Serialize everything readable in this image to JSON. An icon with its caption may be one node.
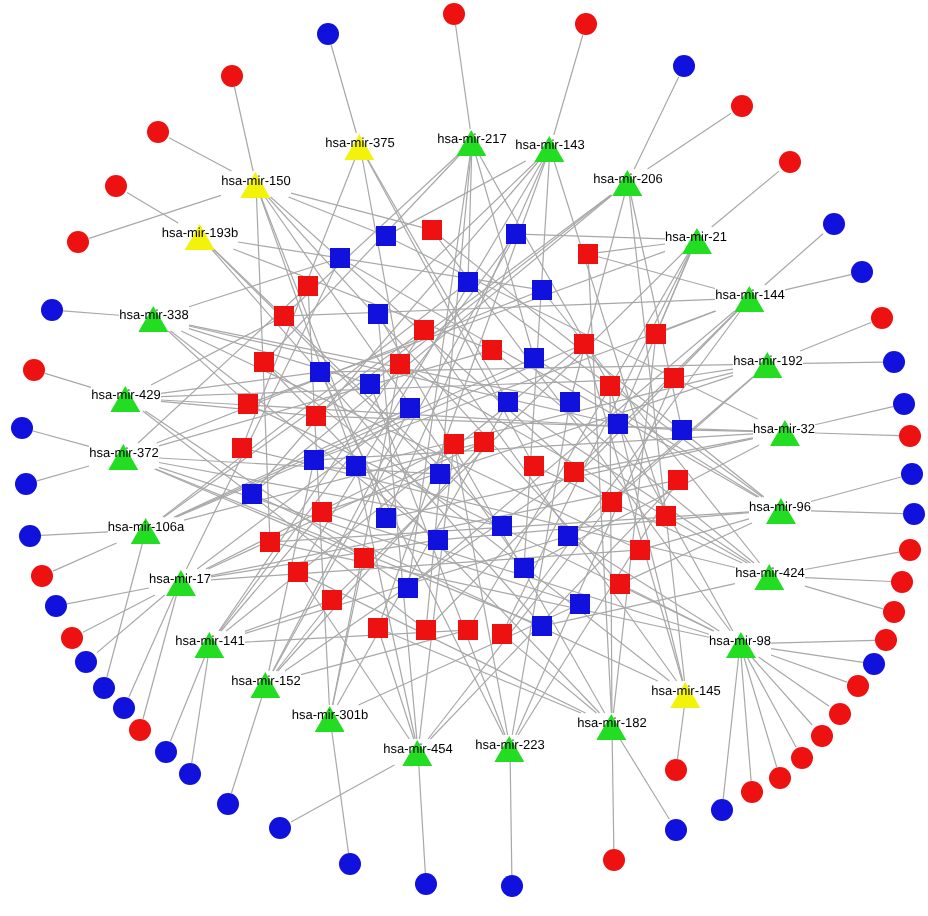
{
  "diagram": {
    "nodes": [
      {
        "text": [
          "hsa-mir-150"
        ]
      },
      {
        "text": [
          "hsa-mir-375"
        ]
      },
      {
        "text": [
          "hsa-mir-217"
        ]
      },
      {
        "text": [
          "hsa-mir-143"
        ]
      },
      {
        "text": [
          "hsa-mir-206"
        ]
      },
      {
        "text": [
          "hsa-mir-21"
        ]
      },
      {
        "text": [
          "hsa-mir-193b"
        ]
      },
      {
        "text": [
          "hsa-mir-338"
        ]
      },
      {
        "text": [
          "hsa-mir-144"
        ]
      },
      {
        "text": [
          "hsa-mir-192"
        ]
      },
      {
        "text": [
          "hsa-mir-429"
        ]
      },
      {
        "text": [
          "hsa-mir-372"
        ]
      },
      {
        "text": [
          "hsa-mir-32"
        ]
      },
      {
        "text": [
          "hsa-mir-106a"
        ]
      },
      {
        "text": [
          "hsa-mir-96"
        ]
      },
      {
        "text": [
          "hsa-mir-17"
        ]
      },
      {
        "text": [
          "hsa-mir-424"
        ]
      },
      {
        "text": [
          "hsa-mir-141"
        ]
      },
      {
        "text": [
          "hsa-mir-98"
        ]
      },
      {
        "text": [
          "hsa-mir-152"
        ]
      },
      {
        "text": [
          "hsa-mir-145"
        ]
      },
      {
        "text": [
          "hsa-mir-301b"
        ]
      },
      {
        "text": [
          "hsa-mir-454"
        ]
      },
      {
        "text": [
          "hsa-mir-223"
        ]
      },
      {
        "text": [
          "hsa-mir-182"
        ]
      },
      {
        "text": [],
        "shape": "box"
      },
      {
        "text": [],
        "shape": "box"
      },
      {
        "text": [],
        "shape": "box"
      },
      {
        "text": [],
        "shape": "box"
      },
      {
        "text": [],
        "shape": "box"
      },
      {
        "text": [],
        "shape": "box"
      },
      {
        "text": [],
        "shape": "box"
      },
      {
        "text": [],
        "shape": "box"
      },
      {
        "text": [],
        "shape": "box"
      },
      {
        "text": [],
        "shape": "box"
      },
      {
        "text": [],
        "shape": "box"
      },
      {
        "text": [],
        "shape": "box"
      },
      {
        "text": [],
        "shape": "box"
      },
      {
        "text": [],
        "shape": "box"
      },
      {
        "text": [],
        "shape": "box"
      },
      {
        "text": [],
        "shape": "box"
      },
      {
        "text": [],
        "shape": "box"
      },
      {
        "text": [],
        "shape": "box"
      },
      {
        "text": [],
        "shape": "box"
      },
      {
        "text": [],
        "shape": "box"
      },
      {
        "text": [],
        "shape": "box"
      },
      {
        "text": [],
        "shape": "box"
      },
      {
        "text": [],
        "shape": "box"
      },
      {
        "text": [],
        "shape": "box"
      },
      {
        "text": [],
        "shape": "box"
      },
      {
        "text": [],
        "shape": "box"
      },
      {
        "text": [],
        "shape": "box"
      },
      {
        "text": [],
        "shape": "box"
      },
      {
        "text": [],
        "shape": "box"
      },
      {
        "text": [],
        "shape": "box"
      },
      {
        "text": [],
        "shape": "box"
      },
      {
        "text": [],
        "shape": "box"
      },
      {
        "text": [],
        "shape": "box"
      },
      {
        "text": [],
        "shape": "box"
      },
      {
        "text": [],
        "shape": "box"
      },
      {
        "text": [],
        "shape": "box"
      },
      {
        "text": [],
        "shape": "box"
      },
      {
        "text": [],
        "shape": "box"
      },
      {
        "text": [],
        "shape": "box"
      },
      {
        "text": [],
        "shape": "box"
      },
      {
        "text": [],
        "shape": "box"
      },
      {
        "text": [],
        "shape": "box"
      },
      {
        "text": [],
        "shape": "box"
      },
      {
        "text": [],
        "shape": "box"
      },
      {
        "text": [],
        "shape": "box"
      },
      {
        "text": [],
        "shape": "box"
      },
      {
        "text": [],
        "shape": "box"
      },
      {
        "text": [],
        "shape": "box"
      },
      {
        "text": [],
        "shape": "box"
      },
      {
        "text": [],
        "shape": "box"
      },
      {
        "text": [],
        "shape": "box"
      },
      {
        "text": [],
        "shape": "box"
      },
      {
        "text": [],
        "shape": "box"
      },
      {
        "text": [],
        "shape": "box"
      },
      {
        "text": [],
        "shape": "box"
      },
      {
        "text": [],
        "shape": "box"
      },
      {
        "text": [],
        "shape": "box"
      },
      {
        "text": [],
        "shape": "box"
      },
      {
        "text": [],
        "shape": "box"
      },
      {
        "text": [],
        "shape": "circle"
      },
      {
        "text": [],
        "shape": "circle"
      },
      {
        "text": [],
        "shape": "circle"
      },
      {
        "text": [],
        "shape": "circle"
      },
      {
        "text": [],
        "shape": "circle"
      },
      {
        "text": [],
        "shape": "circle"
      },
      {
        "text": [],
        "shape": "circle"
      },
      {
        "text": [],
        "shape": "circle"
      },
      {
        "text": [],
        "shape": "circle"
      },
      {
        "text": [],
        "shape": "circle"
      },
      {
        "text": [],
        "shape": "circle"
      },
      {
        "text": [],
        "shape": "circle"
      },
      {
        "text": [],
        "shape": "circle"
      },
      {
        "text": [],
        "shape": "circle"
      },
      {
        "text": [],
        "shape": "circle"
      },
      {
        "text": [],
        "shape": "circle"
      },
      {
        "text": [],
        "shape": "circle"
      },
      {
        "text": [],
        "shape": "circle"
      },
      {
        "text": [],
        "shape": "circle"
      },
      {
        "text": [],
        "shape": "circle"
      },
      {
        "text": [],
        "shape": "circle"
      },
      {
        "text": [],
        "shape": "circle"
      },
      {
        "text": [],
        "shape": "circle"
      },
      {
        "text": [],
        "shape": "circle"
      },
      {
        "text": [],
        "shape": "circle"
      },
      {
        "text": [],
        "shape": "circle"
      },
      {
        "text": [],
        "shape": "circle"
      },
      {
        "text": [],
        "shape": "circle"
      },
      {
        "text": [],
        "shape": "circle"
      },
      {
        "text": [],
        "shape": "circle"
      },
      {
        "text": [],
        "shape": "circle"
      },
      {
        "text": [],
        "shape": "circle"
      },
      {
        "text": [],
        "shape": "circle"
      },
      {
        "text": [],
        "shape": "circle"
      },
      {
        "text": [],
        "shape": "circle"
      },
      {
        "text": [],
        "shape": "circle"
      },
      {
        "text": [],
        "shape": "circle"
      },
      {
        "text": [],
        "shape": "circle"
      },
      {
        "text": [],
        "shape": "circle"
      },
      {
        "text": [],
        "shape": "circle"
      },
      {
        "text": [],
        "shape": "circle"
      },
      {
        "text": [],
        "shape": "circle"
      },
      {
        "text": [],
        "shape": "circle"
      },
      {
        "text": [],
        "shape": "circle"
      },
      {
        "text": [],
        "shape": "circle"
      },
      {
        "text": [],
        "shape": "circle"
      },
      {
        "text": [],
        "shape": "circle"
      },
      {
        "text": [],
        "shape": "circle"
      },
      {
        "text": [],
        "shape": "circle"
      },
      {
        "text": [],
        "shape": "circle"
      },
      {
        "text": [],
        "shape": "circle"
      },
      {
        "text": [],
        "shape": "circle"
      }
    ],
    "edges": [
      {
        "from": 25,
        "to": 0,
        "arrow": "none"
      },
      {
        "from": 25,
        "to": 3,
        "arrow": "none"
      },
      {
        "from": 25,
        "to": 12,
        "arrow": "none"
      },
      {
        "from": 26,
        "to": 7,
        "arrow": "none"
      },
      {
        "from": 26,
        "to": 14,
        "arrow": "none"
      },
      {
        "from": 26,
        "to": 15,
        "arrow": "none"
      },
      {
        "from": 27,
        "to": 14,
        "arrow": "none"
      },
      {
        "from": 27,
        "to": 0,
        "arrow": "none"
      },
      {
        "from": 27,
        "to": 18,
        "arrow": "none"
      },
      {
        "from": 28,
        "to": 21,
        "arrow": "none"
      },
      {
        "from": 28,
        "to": 11,
        "arrow": "none"
      },
      {
        "from": 29,
        "to": 3,
        "arrow": "none"
      },
      {
        "from": 29,
        "to": 22,
        "arrow": "none"
      },
      {
        "from": 29,
        "to": 24,
        "arrow": "none"
      },
      {
        "from": 30,
        "to": 10,
        "arrow": "none"
      },
      {
        "from": 30,
        "to": 8,
        "arrow": "none"
      },
      {
        "from": 30,
        "to": 2,
        "arrow": "none"
      },
      {
        "from": 31,
        "to": 17,
        "arrow": "none"
      },
      {
        "from": 31,
        "to": 19,
        "arrow": "none"
      },
      {
        "from": 31,
        "to": 5,
        "arrow": "none"
      },
      {
        "from": 32,
        "to": 24,
        "arrow": "none"
      },
      {
        "from": 32,
        "to": 5,
        "arrow": "none"
      },
      {
        "from": 32,
        "to": 8,
        "arrow": "none"
      },
      {
        "from": 33,
        "to": 6,
        "arrow": "none"
      },
      {
        "from": 33,
        "to": 16,
        "arrow": "none"
      },
      {
        "from": 33,
        "to": 11,
        "arrow": "none"
      },
      {
        "from": 34,
        "to": 13,
        "arrow": "none"
      },
      {
        "from": 34,
        "to": 2,
        "arrow": "none"
      },
      {
        "from": 34,
        "to": 14,
        "arrow": "none"
      },
      {
        "from": 35,
        "to": 20,
        "arrow": "none"
      },
      {
        "from": 35,
        "to": 13,
        "arrow": "none"
      },
      {
        "from": 35,
        "to": 17,
        "arrow": "none"
      },
      {
        "from": 36,
        "to": 2,
        "arrow": "none"
      },
      {
        "from": 36,
        "to": 24,
        "arrow": "none"
      },
      {
        "from": 36,
        "to": 20,
        "arrow": "none"
      },
      {
        "from": 37,
        "to": 9,
        "arrow": "none"
      },
      {
        "from": 37,
        "to": 10,
        "arrow": "none"
      },
      {
        "from": 37,
        "to": 23,
        "arrow": "none"
      },
      {
        "from": 38,
        "to": 16,
        "arrow": "none"
      },
      {
        "from": 38,
        "to": 21,
        "arrow": "none"
      },
      {
        "from": 38,
        "to": 1,
        "arrow": "none"
      },
      {
        "from": 39,
        "to": 23,
        "arrow": "none"
      },
      {
        "from": 39,
        "to": 7,
        "arrow": "none"
      },
      {
        "from": 39,
        "to": 4,
        "arrow": "none"
      },
      {
        "from": 40,
        "to": 5,
        "arrow": "none"
      },
      {
        "from": 40,
        "to": 18,
        "arrow": "none"
      },
      {
        "from": 40,
        "to": 7,
        "arrow": "none"
      },
      {
        "from": 41,
        "to": 12,
        "arrow": "none"
      },
      {
        "from": 41,
        "to": 4,
        "arrow": "none"
      },
      {
        "from": 41,
        "to": 10,
        "arrow": "none"
      },
      {
        "from": 42,
        "to": 19,
        "arrow": "none"
      },
      {
        "from": 42,
        "to": 15,
        "arrow": "none"
      },
      {
        "from": 42,
        "to": 13,
        "arrow": "none"
      },
      {
        "from": 43,
        "to": 1,
        "arrow": "none"
      },
      {
        "from": 43,
        "to": 16,
        "arrow": "none"
      },
      {
        "from": 44,
        "to": 8,
        "arrow": "none"
      },
      {
        "from": 44,
        "to": 12,
        "arrow": "none"
      },
      {
        "from": 44,
        "to": 19,
        "arrow": "none"
      },
      {
        "from": 45,
        "to": 15,
        "arrow": "none"
      },
      {
        "from": 45,
        "to": 23,
        "arrow": "none"
      },
      {
        "from": 45,
        "to": 22,
        "arrow": "none"
      },
      {
        "from": 46,
        "to": 22,
        "arrow": "none"
      },
      {
        "from": 46,
        "to": 9,
        "arrow": "none"
      },
      {
        "from": 46,
        "to": 0,
        "arrow": "none"
      },
      {
        "from": 47,
        "to": 4,
        "arrow": "none"
      },
      {
        "from": 47,
        "to": 20,
        "arrow": "none"
      },
      {
        "from": 47,
        "to": 3,
        "arrow": "none"
      },
      {
        "from": 48,
        "to": 11,
        "arrow": "none"
      },
      {
        "from": 48,
        "to": 6,
        "arrow": "none"
      },
      {
        "from": 49,
        "to": 18,
        "arrow": "none"
      },
      {
        "from": 49,
        "to": 17,
        "arrow": "none"
      },
      {
        "from": 49,
        "to": 9,
        "arrow": "none"
      },
      {
        "from": 50,
        "to": 0,
        "arrow": "none"
      },
      {
        "from": 50,
        "to": 3,
        "arrow": "none"
      },
      {
        "from": 50,
        "to": 12,
        "arrow": "none"
      },
      {
        "from": 51,
        "to": 7,
        "arrow": "none"
      },
      {
        "from": 51,
        "to": 14,
        "arrow": "none"
      },
      {
        "from": 51,
        "to": 15,
        "arrow": "none"
      },
      {
        "from": 52,
        "to": 14,
        "arrow": "none"
      },
      {
        "from": 52,
        "to": 0,
        "arrow": "none"
      },
      {
        "from": 52,
        "to": 18,
        "arrow": "none"
      },
      {
        "from": 53,
        "to": 21,
        "arrow": "none"
      },
      {
        "from": 53,
        "to": 11,
        "arrow": "none"
      },
      {
        "from": 54,
        "to": 3,
        "arrow": "none"
      },
      {
        "from": 54,
        "to": 22,
        "arrow": "none"
      },
      {
        "from": 54,
        "to": 24,
        "arrow": "none"
      },
      {
        "from": 55,
        "to": 10,
        "arrow": "none"
      },
      {
        "from": 55,
        "to": 8,
        "arrow": "none"
      },
      {
        "from": 55,
        "to": 2,
        "arrow": "none"
      },
      {
        "from": 56,
        "to": 17,
        "arrow": "none"
      },
      {
        "from": 56,
        "to": 19,
        "arrow": "none"
      },
      {
        "from": 56,
        "to": 5,
        "arrow": "none"
      },
      {
        "from": 57,
        "to": 24,
        "arrow": "none"
      },
      {
        "from": 57,
        "to": 5,
        "arrow": "none"
      },
      {
        "from": 57,
        "to": 8,
        "arrow": "none"
      },
      {
        "from": 58,
        "to": 6,
        "arrow": "none"
      },
      {
        "from": 58,
        "to": 16,
        "arrow": "none"
      },
      {
        "from": 58,
        "to": 11,
        "arrow": "none"
      },
      {
        "from": 59,
        "to": 13,
        "arrow": "none"
      },
      {
        "from": 59,
        "to": 2,
        "arrow": "none"
      },
      {
        "from": 59,
        "to": 14,
        "arrow": "none"
      },
      {
        "from": 60,
        "to": 20,
        "arrow": "none"
      },
      {
        "from": 60,
        "to": 13,
        "arrow": "none"
      },
      {
        "from": 60,
        "to": 17,
        "arrow": "none"
      },
      {
        "from": 61,
        "to": 2,
        "arrow": "none"
      },
      {
        "from": 61,
        "to": 24,
        "arrow": "none"
      },
      {
        "from": 61,
        "to": 20,
        "arrow": "none"
      },
      {
        "from": 62,
        "to": 9,
        "arrow": "none"
      },
      {
        "from": 62,
        "to": 10,
        "arrow": "none"
      },
      {
        "from": 62,
        "to": 23,
        "arrow": "none"
      },
      {
        "from": 63,
        "to": 16,
        "arrow": "none"
      },
      {
        "from": 63,
        "to": 21,
        "arrow": "none"
      },
      {
        "from": 63,
        "to": 1,
        "arrow": "none"
      },
      {
        "from": 64,
        "to": 23,
        "arrow": "none"
      },
      {
        "from": 64,
        "to": 7,
        "arrow": "none"
      },
      {
        "from": 64,
        "to": 4,
        "arrow": "none"
      },
      {
        "from": 65,
        "to": 5,
        "arrow": "none"
      },
      {
        "from": 65,
        "to": 18,
        "arrow": "none"
      },
      {
        "from": 65,
        "to": 7,
        "arrow": "none"
      },
      {
        "from": 66,
        "to": 12,
        "arrow": "none"
      },
      {
        "from": 66,
        "to": 4,
        "arrow": "none"
      },
      {
        "from": 66,
        "to": 10,
        "arrow": "none"
      },
      {
        "from": 67,
        "to": 19,
        "arrow": "none"
      },
      {
        "from": 67,
        "to": 15,
        "arrow": "none"
      },
      {
        "from": 67,
        "to": 13,
        "arrow": "none"
      },
      {
        "from": 68,
        "to": 1,
        "arrow": "none"
      },
      {
        "from": 68,
        "to": 16,
        "arrow": "none"
      },
      {
        "from": 69,
        "to": 8,
        "arrow": "none"
      },
      {
        "from": 69,
        "to": 12,
        "arrow": "none"
      },
      {
        "from": 69,
        "to": 19,
        "arrow": "none"
      },
      {
        "from": 70,
        "to": 15,
        "arrow": "none"
      },
      {
        "from": 70,
        "to": 23,
        "arrow": "none"
      },
      {
        "from": 70,
        "to": 22,
        "arrow": "none"
      },
      {
        "from": 71,
        "to": 22,
        "arrow": "none"
      },
      {
        "from": 71,
        "to": 9,
        "arrow": "none"
      },
      {
        "from": 71,
        "to": 0,
        "arrow": "none"
      },
      {
        "from": 72,
        "to": 4,
        "arrow": "none"
      },
      {
        "from": 72,
        "to": 20,
        "arrow": "none"
      },
      {
        "from": 72,
        "to": 3,
        "arrow": "none"
      },
      {
        "from": 73,
        "to": 11,
        "arrow": "none"
      },
      {
        "from": 73,
        "to": 6,
        "arrow": "none"
      },
      {
        "from": 74,
        "to": 18,
        "arrow": "none"
      },
      {
        "from": 74,
        "to": 17,
        "arrow": "none"
      },
      {
        "from": 74,
        "to": 9,
        "arrow": "none"
      },
      {
        "from": 75,
        "to": 0,
        "arrow": "none"
      },
      {
        "from": 75,
        "to": 3,
        "arrow": "none"
      },
      {
        "from": 75,
        "to": 12,
        "arrow": "none"
      },
      {
        "from": 76,
        "to": 7,
        "arrow": "none"
      },
      {
        "from": 76,
        "to": 14,
        "arrow": "none"
      },
      {
        "from": 76,
        "to": 15,
        "arrow": "none"
      },
      {
        "from": 77,
        "to": 14,
        "arrow": "none"
      },
      {
        "from": 77,
        "to": 0,
        "arrow": "none"
      },
      {
        "from": 77,
        "to": 18,
        "arrow": "none"
      },
      {
        "from": 78,
        "to": 21,
        "arrow": "none"
      },
      {
        "from": 78,
        "to": 11,
        "arrow": "none"
      },
      {
        "from": 79,
        "to": 3,
        "arrow": "none"
      },
      {
        "from": 79,
        "to": 22,
        "arrow": "none"
      },
      {
        "from": 79,
        "to": 24,
        "arrow": "none"
      },
      {
        "from": 80,
        "to": 10,
        "arrow": "none"
      },
      {
        "from": 80,
        "to": 8,
        "arrow": "none"
      },
      {
        "from": 80,
        "to": 2,
        "arrow": "none"
      },
      {
        "from": 81,
        "to": 17,
        "arrow": "none"
      },
      {
        "from": 81,
        "to": 19,
        "arrow": "none"
      },
      {
        "from": 81,
        "to": 5,
        "arrow": "none"
      },
      {
        "from": 82,
        "to": 24,
        "arrow": "none"
      },
      {
        "from": 82,
        "to": 5,
        "arrow": "none"
      },
      {
        "from": 82,
        "to": 8,
        "arrow": "none"
      },
      {
        "from": 83,
        "to": 6,
        "arrow": "none"
      },
      {
        "from": 83,
        "to": 16,
        "arrow": "none"
      },
      {
        "from": 83,
        "to": 11,
        "arrow": "none"
      },
      {
        "from": 84,
        "to": 2,
        "arrow": "none"
      },
      {
        "from": 85,
        "to": 1,
        "arrow": "none"
      },
      {
        "from": 86,
        "to": 0,
        "arrow": "none"
      },
      {
        "from": 87,
        "to": 0,
        "arrow": "none"
      },
      {
        "from": 88,
        "to": 6,
        "arrow": "none"
      },
      {
        "from": 89,
        "to": 0,
        "arrow": "none"
      },
      {
        "from": 90,
        "to": 7,
        "arrow": "none"
      },
      {
        "from": 91,
        "to": 10,
        "arrow": "none"
      },
      {
        "from": 92,
        "to": 11,
        "arrow": "none"
      },
      {
        "from": 93,
        "to": 11,
        "arrow": "none"
      },
      {
        "from": 94,
        "to": 13,
        "arrow": "none"
      },
      {
        "from": 95,
        "to": 13,
        "arrow": "none"
      },
      {
        "from": 96,
        "to": 15,
        "arrow": "none"
      },
      {
        "from": 97,
        "to": 15,
        "arrow": "none"
      },
      {
        "from": 98,
        "to": 15,
        "arrow": "none"
      },
      {
        "from": 99,
        "to": 13,
        "arrow": "none"
      },
      {
        "from": 100,
        "to": 15,
        "arrow": "none"
      },
      {
        "from": 101,
        "to": 15,
        "arrow": "none"
      },
      {
        "from": 102,
        "to": 17,
        "arrow": "none"
      },
      {
        "from": 103,
        "to": 17,
        "arrow": "none"
      },
      {
        "from": 104,
        "to": 19,
        "arrow": "none"
      },
      {
        "from": 105,
        "to": 22,
        "arrow": "none"
      },
      {
        "from": 106,
        "to": 21,
        "arrow": "none"
      },
      {
        "from": 107,
        "to": 22,
        "arrow": "none"
      },
      {
        "from": 108,
        "to": 23,
        "arrow": "none"
      },
      {
        "from": 109,
        "to": 24,
        "arrow": "none"
      },
      {
        "from": 110,
        "to": 24,
        "arrow": "none"
      },
      {
        "from": 111,
        "to": 20,
        "arrow": "none"
      },
      {
        "from": 112,
        "to": 18,
        "arrow": "none"
      },
      {
        "from": 113,
        "to": 18,
        "arrow": "none"
      },
      {
        "from": 114,
        "to": 18,
        "arrow": "none"
      },
      {
        "from": 115,
        "to": 18,
        "arrow": "none"
      },
      {
        "from": 116,
        "to": 18,
        "arrow": "none"
      },
      {
        "from": 117,
        "to": 18,
        "arrow": "none"
      },
      {
        "from": 118,
        "to": 18,
        "arrow": "none"
      },
      {
        "from": 119,
        "to": 18,
        "arrow": "none"
      },
      {
        "from": 120,
        "to": 18,
        "arrow": "none"
      },
      {
        "from": 121,
        "to": 16,
        "arrow": "none"
      },
      {
        "from": 122,
        "to": 16,
        "arrow": "none"
      },
      {
        "from": 123,
        "to": 16,
        "arrow": "none"
      },
      {
        "from": 124,
        "to": 14,
        "arrow": "none"
      },
      {
        "from": 125,
        "to": 14,
        "arrow": "none"
      },
      {
        "from": 126,
        "to": 12,
        "arrow": "none"
      },
      {
        "from": 127,
        "to": 12,
        "arrow": "none"
      },
      {
        "from": 128,
        "to": 9,
        "arrow": "none"
      },
      {
        "from": 129,
        "to": 9,
        "arrow": "none"
      },
      {
        "from": 130,
        "to": 8,
        "arrow": "none"
      },
      {
        "from": 131,
        "to": 8,
        "arrow": "none"
      },
      {
        "from": 132,
        "to": 5,
        "arrow": "none"
      },
      {
        "from": 133,
        "to": 4,
        "arrow": "none"
      },
      {
        "from": 134,
        "to": 4,
        "arrow": "none"
      },
      {
        "from": 135,
        "to": 3,
        "arrow": "none"
      }
    ]
  }
}
